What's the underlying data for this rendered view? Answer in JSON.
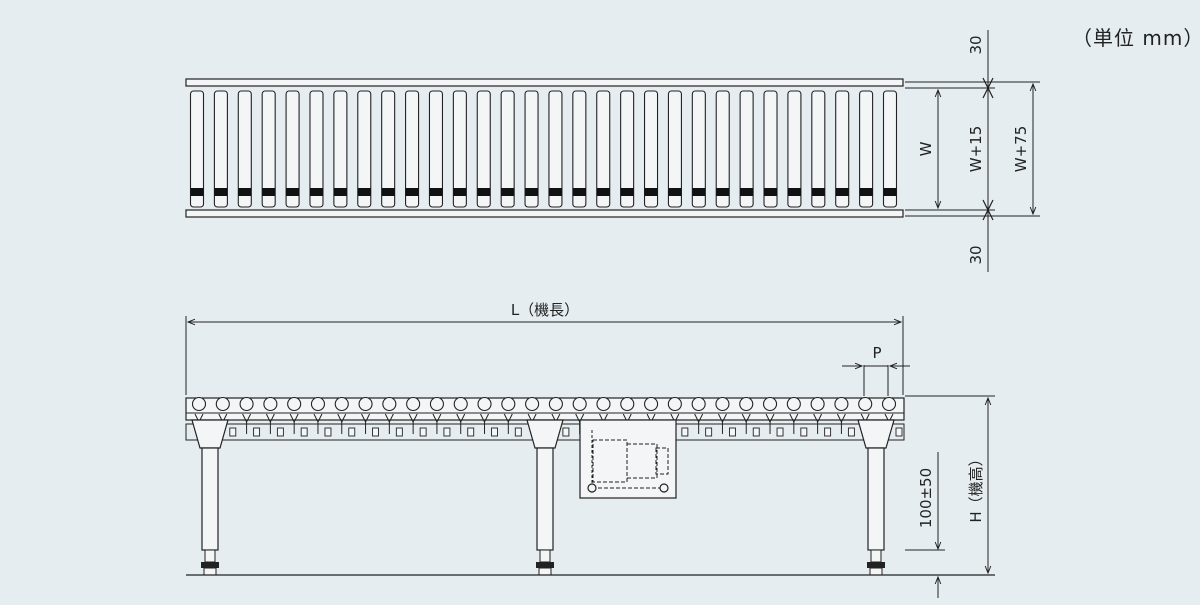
{
  "unit_label": "（単位 mm）",
  "top_view": {
    "roller_count": 30,
    "dim_top": "30",
    "dim_bottom": "30",
    "dim_w": "W",
    "dim_w15": "W+15",
    "dim_w75": "W+75"
  },
  "side_view": {
    "roller_count": 30,
    "dim_length": "L（機長）",
    "dim_pitch": "P",
    "dim_leg_adjust": "100±50",
    "dim_height": "H（機高）"
  },
  "colors": {
    "background": "#e6edf1",
    "line": "#222222",
    "roller_fill": "#f3f5f6",
    "roller_band": "#111111"
  }
}
